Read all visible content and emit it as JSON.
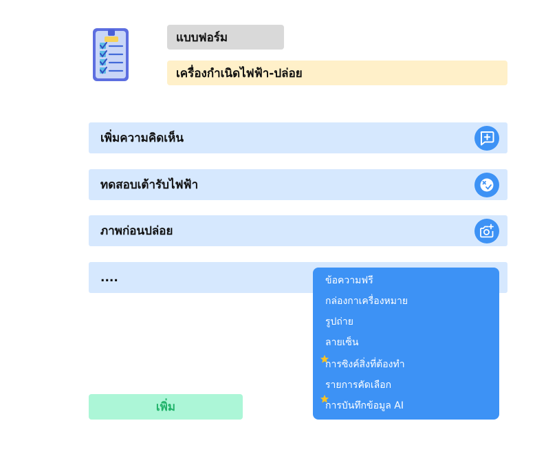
{
  "header": {
    "form_label": "แบบฟอร์ม",
    "form_name": "เครื่องกำเนิดไฟฟ้า-ปล่อย"
  },
  "rows": [
    {
      "label": "เพิ่มความคิดเห็น",
      "icon": "add-comment-icon"
    },
    {
      "label": "ทดสอบเต้ารับไฟฟ้า",
      "icon": "check-uncheck-icon"
    },
    {
      "label": "ภาพก่อนปล่อย",
      "icon": "add-photo-icon"
    },
    {
      "label": "...."
    }
  ],
  "add_button": {
    "label": "เพิ่ม"
  },
  "dropdown": {
    "items": [
      {
        "label": "ข้อความฟรี",
        "starred": false
      },
      {
        "label": "กล่องกาเครื่องหมาย",
        "starred": false
      },
      {
        "label": "รูปถ่าย",
        "starred": false
      },
      {
        "label": "ลายเซ็น",
        "starred": false
      },
      {
        "label": "การซิงค์สิ่งที่ต้องทำ",
        "starred": true
      },
      {
        "label": "รายการคัดเลือก",
        "starred": false
      },
      {
        "label": "การบันทึกข้อมูล AI",
        "starred": true
      }
    ]
  },
  "colors": {
    "accent": "#3d92f5",
    "row_bg": "#d6e8fe",
    "title_bg": "#d9d9d9",
    "subtitle_bg": "#fff0c9",
    "add_bg": "#acf6d7",
    "add_text": "#21b36a",
    "star": "#f7c325"
  }
}
